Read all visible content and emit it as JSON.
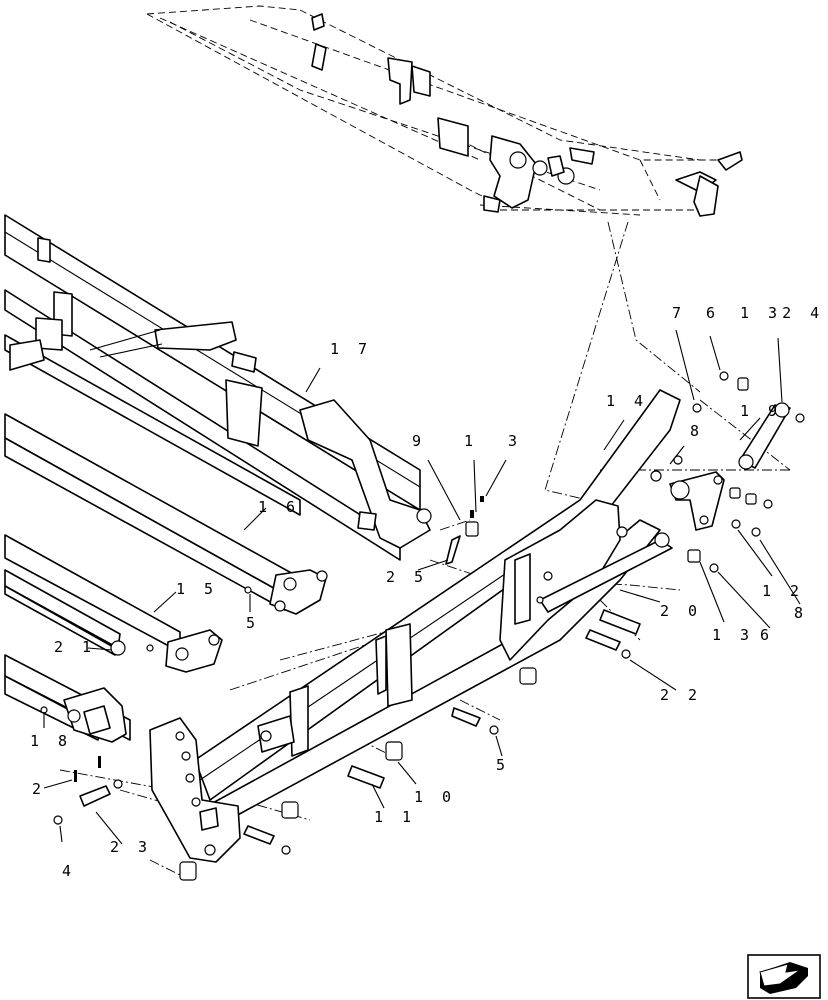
{
  "callouts": [
    {
      "id": "c17",
      "text": "1 7"
    },
    {
      "id": "c16",
      "text": "1 6"
    },
    {
      "id": "c15",
      "text": "1 5"
    },
    {
      "id": "c21",
      "text": "2 1"
    },
    {
      "id": "c18",
      "text": "1 8"
    },
    {
      "id": "c2",
      "text": "2"
    },
    {
      "id": "c4",
      "text": "4"
    },
    {
      "id": "c23",
      "text": "2 3"
    },
    {
      "id": "c9",
      "text": "9"
    },
    {
      "id": "c1",
      "text": "1"
    },
    {
      "id": "c3",
      "text": "3"
    },
    {
      "id": "c25",
      "text": "2 5"
    },
    {
      "id": "c5a",
      "text": "5"
    },
    {
      "id": "c14",
      "text": "1 4"
    },
    {
      "id": "c7",
      "text": "7"
    },
    {
      "id": "c6a",
      "text": "6"
    },
    {
      "id": "c1324",
      "text": "1 32 4"
    },
    {
      "id": "c19",
      "text": "1 9"
    },
    {
      "id": "c8a",
      "text": "8"
    },
    {
      "id": "c12",
      "text": "1 2"
    },
    {
      "id": "c8b",
      "text": "8"
    },
    {
      "id": "c20",
      "text": "2 0"
    },
    {
      "id": "c13",
      "text": "1 3"
    },
    {
      "id": "c6b",
      "text": "6"
    },
    {
      "id": "c22",
      "text": "2 2"
    },
    {
      "id": "c5b",
      "text": "5"
    },
    {
      "id": "c10",
      "text": "1 0"
    },
    {
      "id": "c11",
      "text": "1 1"
    }
  ],
  "icons": {
    "nav": "return-arrow-icon"
  }
}
